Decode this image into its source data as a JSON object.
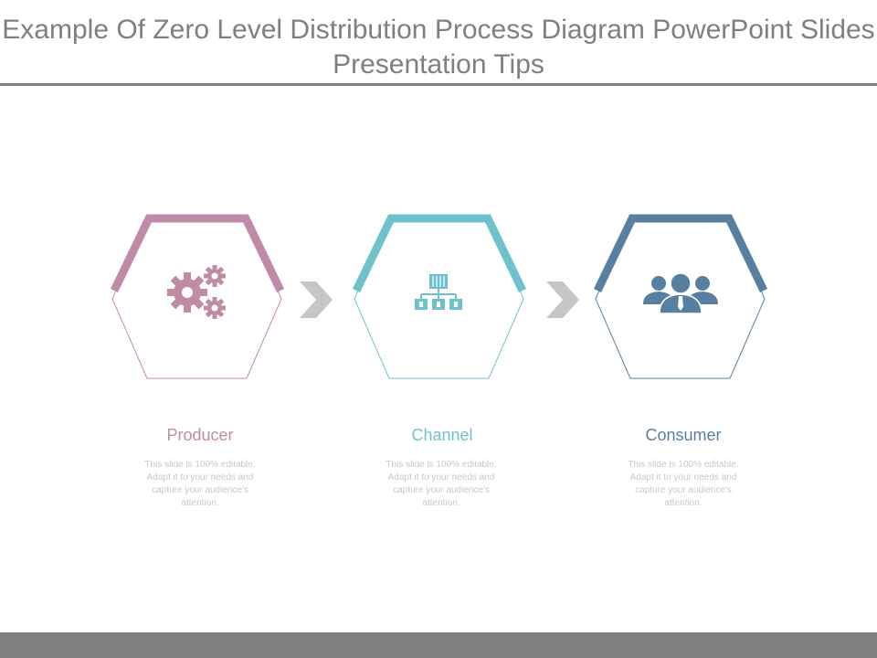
{
  "title": "Example Of Zero Level Distribution Process Diagram PowerPoint Slides Presentation Tips",
  "steps": [
    {
      "label": "Producer",
      "description": "This slide is 100% editable. Adapt it to your needs and capture your audience's attention.",
      "color": "#c08ba6",
      "icon": "gears-icon"
    },
    {
      "label": "Channel",
      "description": "This slide is 100% editable. Adapt it to your needs and capture your audience's attention.",
      "color": "#6fc1cc",
      "icon": "org-chart-icon"
    },
    {
      "label": "Consumer",
      "description": "This slide is 100% editable. Adapt it to your needs and capture your audience's attention.",
      "color": "#587fa0",
      "icon": "people-group-icon"
    }
  ],
  "arrow_color": "#c6c6c6",
  "rule_color": "#7f7f7f"
}
